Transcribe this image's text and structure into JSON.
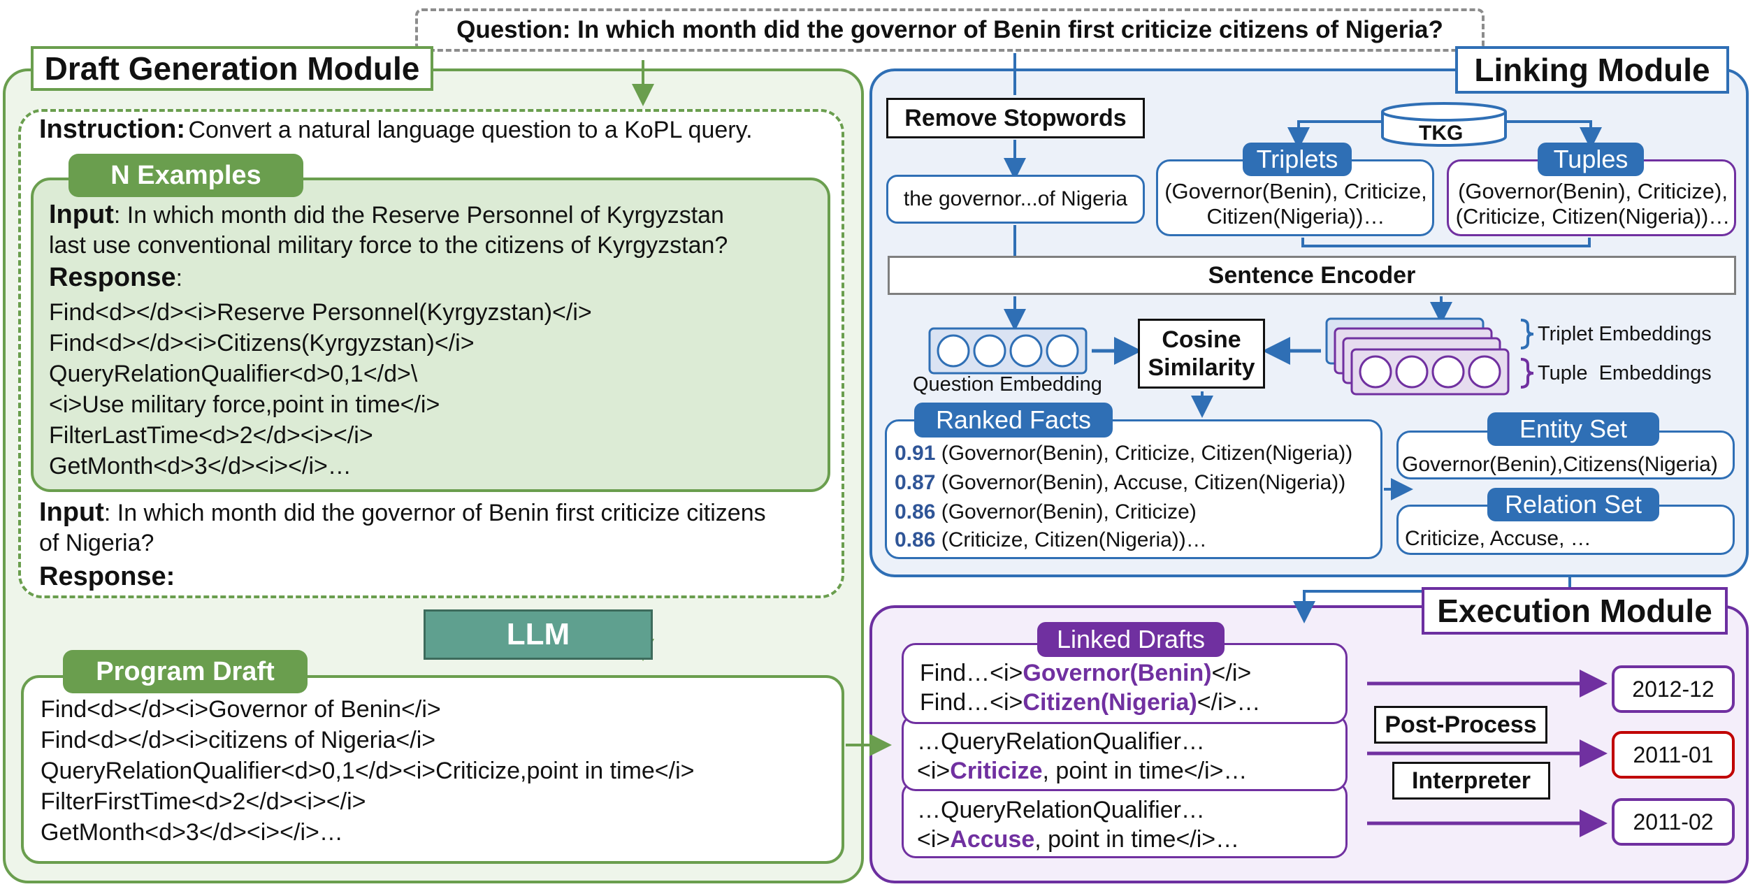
{
  "question": "Question: In which month did the governor of Benin first criticize citizens of Nigeria?",
  "draft_module": {
    "title": "Draft Generation Module",
    "instruction_label": "Instruction:",
    "instruction_text": "Convert a natural language question to a KoPL query.",
    "examples_label": "N Examples",
    "example_input_label": "Input",
    "example_input_line1": ": In which month did the Reserve Personnel of Kyrgyzstan",
    "example_input_line2": "last use conventional military force to the citizens of Kyrgyzstan?",
    "example_response_label": "Response",
    "example_response_colon": ":",
    "example_lines": [
      "Find<d></d><i>Reserve Personnel(Kyrgyzstan)</i>",
      "Find<d></d><i>Citizens(Kyrgyzstan)</i>",
      "QueryRelationQualifier<d>0,1</d>\\",
      "<i>Use military force,point in time</i>",
      "FilterLastTime<d>2</d><i></i>",
      "GetMonth<d>3</d><i></i>…"
    ],
    "query_input_label": "Input",
    "query_input_line1": ": In which month did the governor of Benin first criticize citizens",
    "query_input_line2": "of Nigeria?",
    "query_response_label": "Response:",
    "llm_label": "LLM",
    "program_draft_label": "Program Draft",
    "draft_lines": [
      "Find<d></d><i>Governor of Benin</i>",
      "Find<d></d><i>citizens of Nigeria</i>",
      "QueryRelationQualifier<d>0,1</d><i>Criticize,point in time</i>",
      "FilterFirstTime<d>2</d><i></i>",
      "GetMonth<d>3</d><i></i>…"
    ]
  },
  "linking_module": {
    "title": "Linking Module",
    "remove_stopwords": "Remove Stopwords",
    "stopwords_result": "the governor...of Nigeria",
    "tkg_label": "TKG",
    "triplets_label": "Triplets",
    "triplets_text": "(Governor(Benin), Criticize, Citizen(Nigeria))…",
    "tuples_label": "Tuples",
    "tuples_text": "(Governor(Benin), Criticize), (Criticize, Citizen(Nigeria))…",
    "sentence_encoder": "Sentence Encoder",
    "question_embedding": "Question Embedding",
    "cosine_line1": "Cosine",
    "cosine_line2": "Similarity",
    "triplet_embeddings": "Triplet Embeddings",
    "tuple_embeddings": "Tuple  Embeddings",
    "ranked_facts_label": "Ranked Facts",
    "ranked_facts": [
      {
        "score": "0.91",
        "fact": "(Governor(Benin), Criticize, Citizen(Nigeria))"
      },
      {
        "score": "0.87",
        "fact": "(Governor(Benin), Accuse, Citizen(Nigeria))"
      },
      {
        "score": "0.86",
        "fact": "(Governor(Benin), Criticize)"
      },
      {
        "score": "0.86",
        "fact": "(Criticize, Citizen(Nigeria))…"
      }
    ],
    "entity_set_label": "Entity Set",
    "entity_set": "Governor(Benin),Citizens(Nigeria)",
    "relation_set_label": "Relation Set",
    "relation_set": "Criticize, Accuse, …"
  },
  "execution_module": {
    "title": "Execution Module",
    "linked_drafts_label": "Linked Drafts",
    "card1_line1_prefix": "Find…<i>",
    "card1_line1_entity": "Governor(Benin)",
    "card1_line1_suffix": "</i>",
    "card1_line2_prefix": "Find…<i>",
    "card1_line2_entity": "Citizen(Nigeria)",
    "card1_line2_suffix": "</i>…",
    "card2_line1": "…QueryRelationQualifier…",
    "card2_line2_prefix": "<i>",
    "card2_line2_relation": "Criticize",
    "card2_line2_suffix": ", point in time</i>…",
    "card3_line1": "…QueryRelationQualifier…",
    "card3_line2_prefix": "<i>",
    "card3_line2_relation": "Accuse",
    "card3_line2_suffix": ", point in time</i>…",
    "post_process": "Post-Process",
    "interpreter": "Interpreter",
    "results": [
      "2012-12",
      "2011-01",
      "2011-02"
    ]
  },
  "colors": {
    "green": "#6a9e4e",
    "blue": "#2f6fb5",
    "purple": "#7030a0",
    "red": "#c00000",
    "teal": "#5fa08f"
  }
}
